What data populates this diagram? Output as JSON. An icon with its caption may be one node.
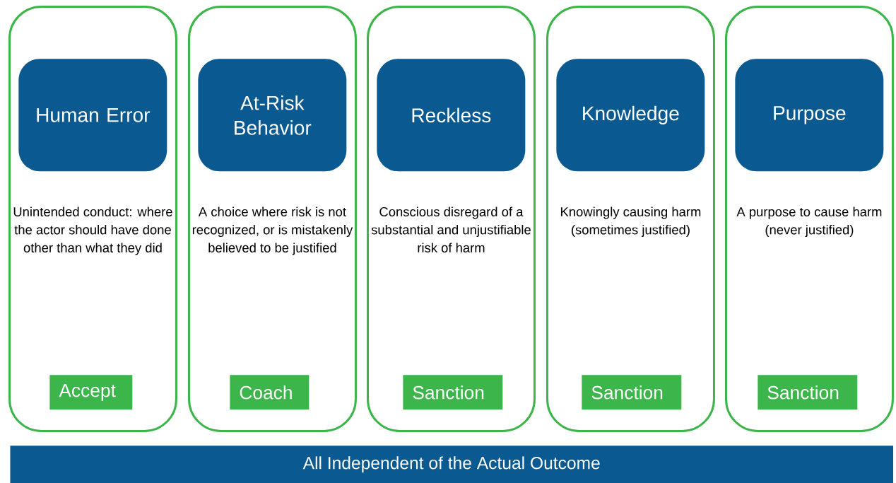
{
  "diagram": {
    "nodes": [
      {
        "text": [
          "Unintended conduct: where the actor should have done other than what they did"
        ]
      },
      {
        "text": [
          "Human Error"
        ],
        "in": 0
      },
      {
        "text": [
          "Accept"
        ],
        "in": 0
      },
      {
        "text": [
          "A choice where risk is not recognized, or is mistakenly believed to be justified"
        ]
      },
      {
        "text": [
          "At-Risk Behavior"
        ],
        "in": 3
      },
      {
        "text": [
          "Coach"
        ],
        "in": 3
      },
      {
        "text": [
          "Conscious disregard of a substantial and unjustifiable risk of harm"
        ]
      },
      {
        "text": [
          "Reckless"
        ],
        "in": 6
      },
      {
        "text": [
          "Sanction"
        ],
        "in": 6
      },
      {
        "text": [
          "Knowingly causing harm (sometimes justified)"
        ]
      },
      {
        "text": [
          "Knowledge"
        ],
        "in": 9
      },
      {
        "text": [
          "Sanction"
        ],
        "in": 9
      },
      {
        "text": [
          "A purpose to cause harm (never justified)"
        ]
      },
      {
        "text": [
          "Purpose"
        ],
        "in": 12
      },
      {
        "text": [
          "Sanction"
        ],
        "in": 12
      },
      {
        "text": [
          "All Independent of the Actual Outcome"
        ]
      }
    ]
  }
}
